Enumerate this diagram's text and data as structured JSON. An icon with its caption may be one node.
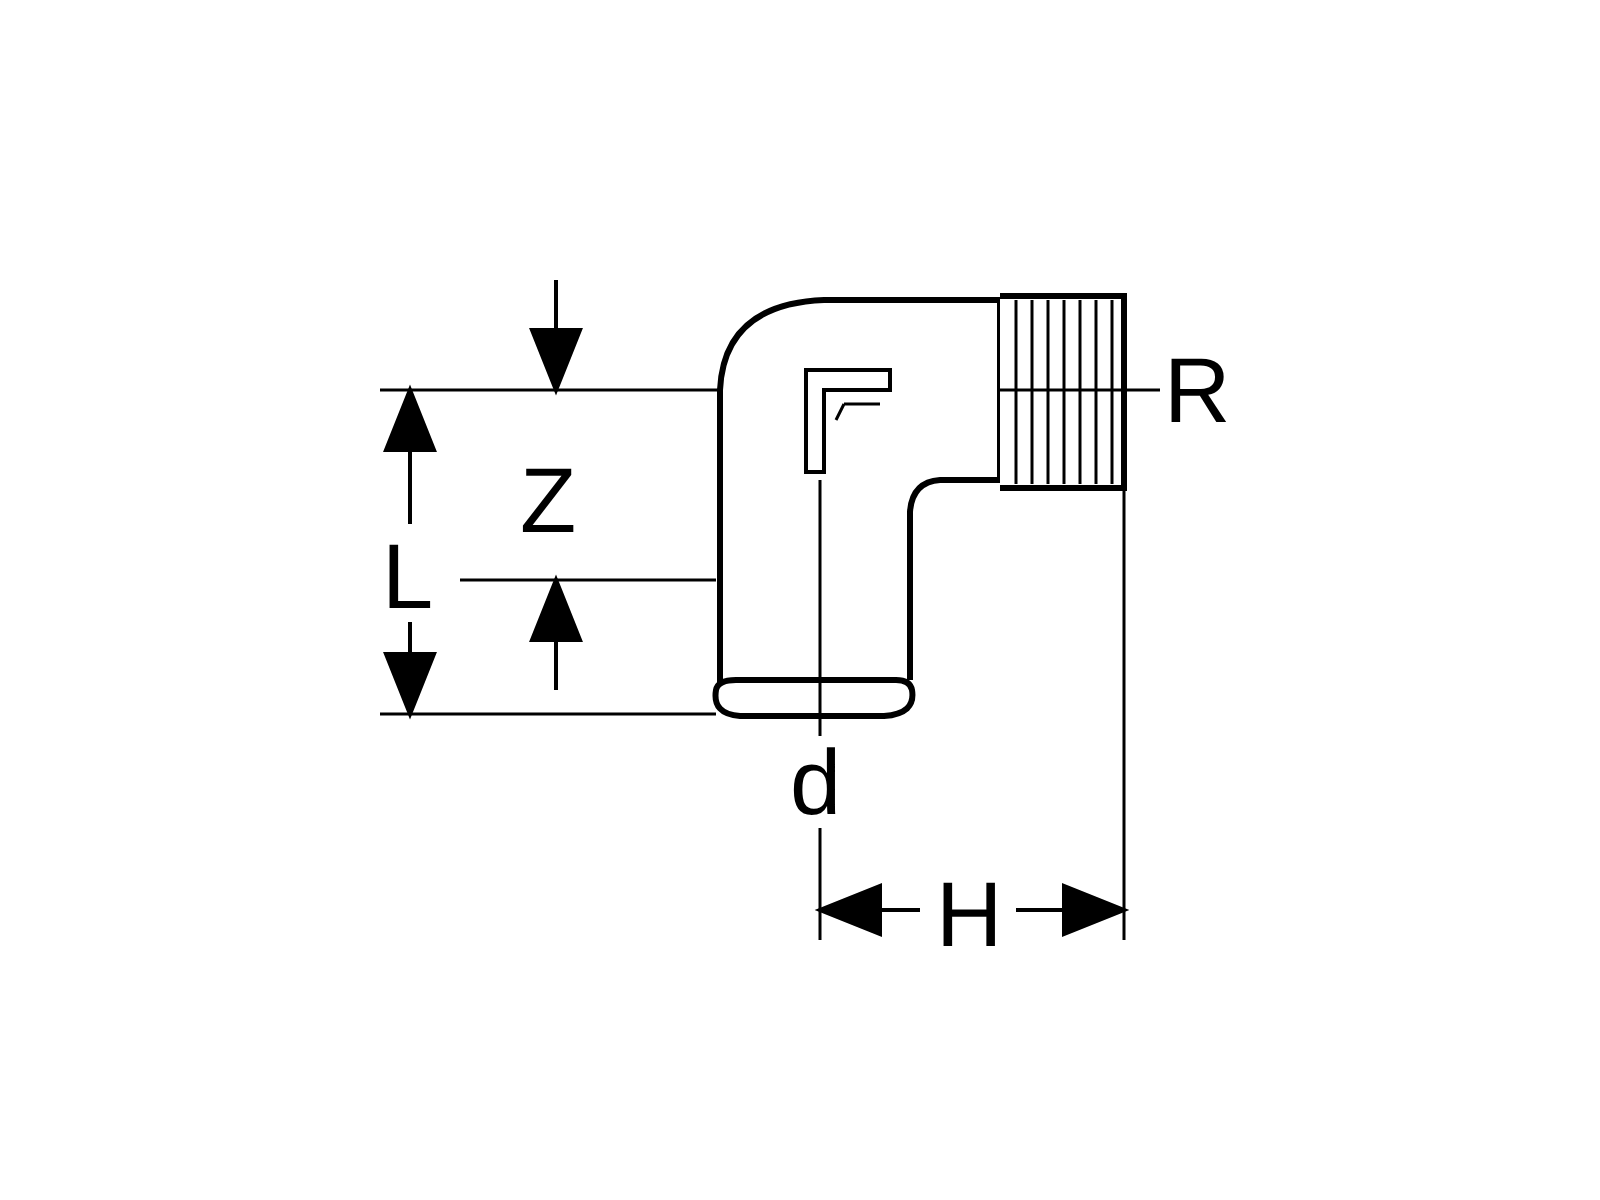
{
  "diagram": {
    "labels": [
      "R",
      "Z",
      "L",
      "d",
      "H"
    ]
  }
}
